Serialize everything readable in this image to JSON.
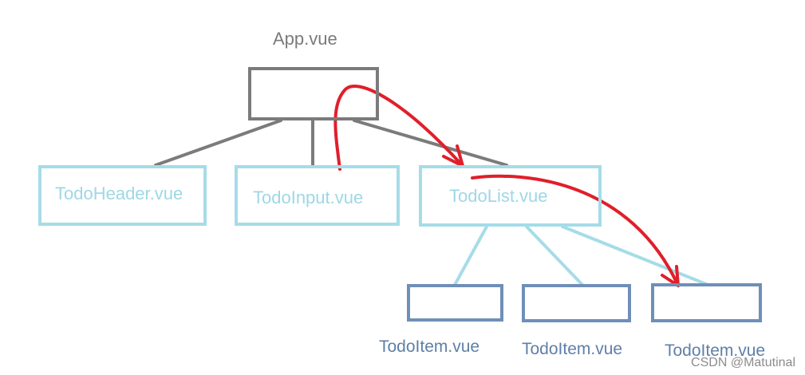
{
  "diagram": {
    "root": {
      "label": "App.vue"
    },
    "children": [
      {
        "label": "TodoHeader.vue"
      },
      {
        "label": "TodoInput.vue"
      },
      {
        "label": "TodoList.vue"
      }
    ],
    "grandchildren": [
      {
        "label": "TodoItem.vue"
      },
      {
        "label": "TodoItem.vue"
      },
      {
        "label": "TodoItem.vue"
      }
    ]
  },
  "watermark": "CSDN @Matutinal",
  "colors": {
    "root_border": "#7b7b7b",
    "child_border": "#a6dce8",
    "grandchild_border": "#6f8fb8",
    "arrow": "#e01f2a",
    "connector_gray": "#7b7b7b",
    "connector_cyan": "#a6dce8"
  }
}
